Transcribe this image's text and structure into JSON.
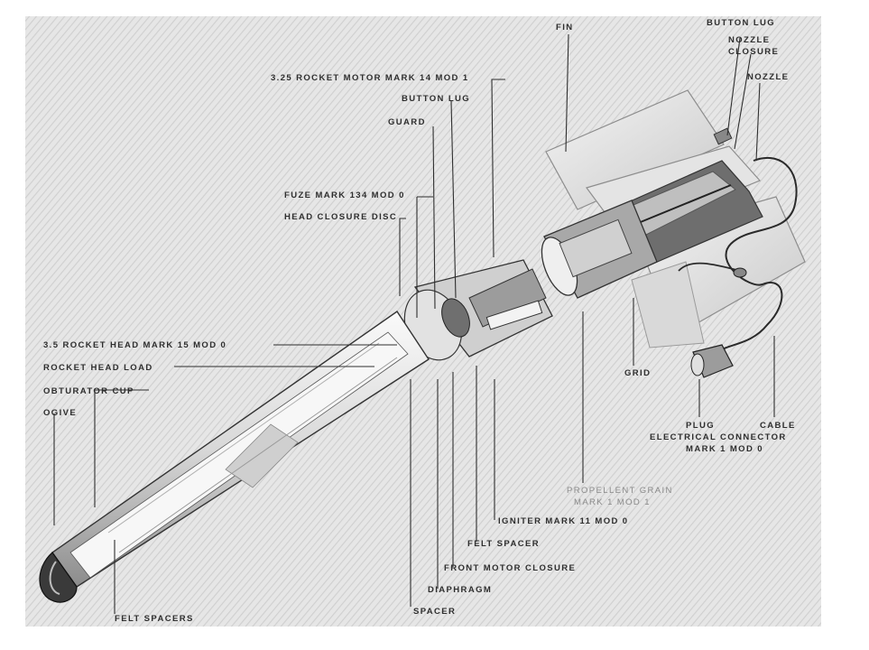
{
  "labels": {
    "fin": "FIN",
    "button_lug_top": "BUTTON LUG",
    "nozzle_closure_1": "NOZZLE",
    "nozzle_closure_2": "CLOSURE",
    "nozzle": "NOZZLE",
    "rocket_motor": "3.25 ROCKET MOTOR MARK 14 MOD 1",
    "button_lug": "BUTTON LUG",
    "guard": "GUARD",
    "fuze": "FUZE MARK 134 MOD 0",
    "head_closure_disc": "HEAD CLOSURE DISC",
    "rocket_head": "3.5 ROCKET HEAD MARK 15 MOD 0",
    "rocket_head_load": "ROCKET HEAD LOAD",
    "obturator_cup": "OBTURATOR CUP",
    "ogive": "OGIVE",
    "grid": "GRID",
    "plug": "PLUG",
    "cable": "CABLE",
    "electrical_connector_1": "ELECTRICAL CONNECTOR",
    "electrical_connector_2": "MARK 1 MOD 0",
    "propellent_grain_1": "PROPELLENT GRAIN",
    "propellent_grain_2": "MARK 1 MOD 1",
    "igniter": "IGNITER MARK 11 MOD 0",
    "felt_spacer": "FELT SPACER",
    "front_motor_closure": "FRONT MOTOR CLOSURE",
    "diaphragm": "DIAPHRAGM",
    "spacer": "SPACER",
    "felt_spacers": "FELT SPACERS"
  }
}
